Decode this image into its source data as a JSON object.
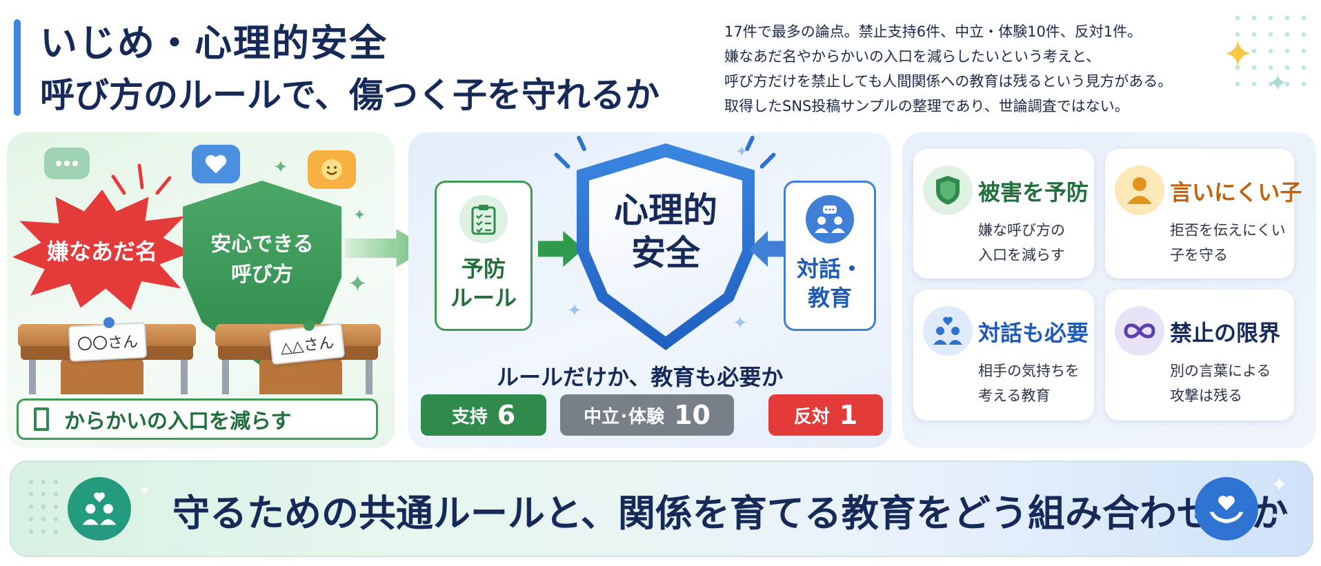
{
  "header": {
    "title_line1": "いじめ・心理的安全",
    "title_line2": "呼び方のルールで、傷つく子を守れるか",
    "description": [
      "17件で最多の論点。禁止支持6件、中立・体験10件、反対1件。",
      "嫌なあだ名やからかいの入口を減らしたいという考えと、",
      "呼び方だけを禁止しても人間関係への教育は残るという見方がある。",
      "取得したSNS投稿サンプルの整理であり、世論調査ではない。"
    ]
  },
  "left_panel": {
    "burst_label": "嫌なあだ名",
    "shield_line1": "安心できる",
    "shield_line2": "呼び方",
    "nameplate_1": "〇〇さん",
    "nameplate_2": "△△さん",
    "entry_label": "からかいの入口を減らす"
  },
  "middle_panel": {
    "prevention_line1": "予防",
    "prevention_line2": "ルール",
    "center_line1": "心理的",
    "center_line2": "安全",
    "dialogue_line1": "対話・",
    "dialogue_line2": "教育",
    "question": "ルールだけか、教育も必要か",
    "counts": {
      "support_label": "支持",
      "support_value": "6",
      "neutral_label": "中立･体験",
      "neutral_value": "10",
      "oppose_label": "反対",
      "oppose_value": "1"
    }
  },
  "right_panel": {
    "cards": [
      {
        "title": "被害を予防",
        "body1": "嫌な呼び方の",
        "body2": "入口を減らす"
      },
      {
        "title": "言いにくい子",
        "body1": "拒否を伝えにくい",
        "body2": "子を守る"
      },
      {
        "title": "対話も必要",
        "body1": "相手の気持ちを",
        "body2": "考える教育"
      },
      {
        "title": "禁止の限界",
        "body1": "別の言葉による",
        "body2": "攻撃は残る"
      }
    ]
  },
  "banner": {
    "text": "守るための共通ルールと、関係を育てる教育をどう組み合わせるか"
  },
  "colors": {
    "navy": "#162a5a",
    "green": "#2f8a4c",
    "blue": "#2e72d2",
    "red": "#e43a3a",
    "gray": "#777f88",
    "orange": "#c0620f",
    "purple": "#7a5cc0"
  }
}
